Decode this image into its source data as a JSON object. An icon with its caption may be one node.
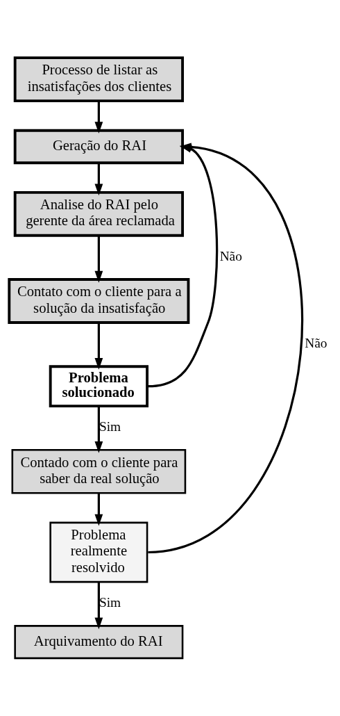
{
  "diagram": {
    "nodes": [
      {
        "text": [
          "Processo de listar as insatisfações dos clientes"
        ]
      },
      {
        "text": [
          "Geração do RAI"
        ]
      },
      {
        "text": [
          "Analise do RAI pelo gerente da área reclamada"
        ]
      },
      {
        "text": [
          "Contato com o cliente para a solução da insatisfação"
        ]
      },
      {
        "text": [
          "Problema solucionado"
        ]
      },
      {
        "text": [
          "Contado com o cliente para saber da real solução"
        ]
      },
      {
        "text": [
          "Problema realmente resolvido"
        ]
      },
      {
        "text": [
          "Arquivamento do RAI"
        ]
      }
    ],
    "edges": [
      {
        "from": 0,
        "to": 1,
        "arrow": "to"
      },
      {
        "from": 1,
        "to": 2,
        "arrow": "to"
      },
      {
        "from": 2,
        "to": 3,
        "arrow": "to"
      },
      {
        "from": 3,
        "to": 4,
        "arrow": "to"
      },
      {
        "from": 4,
        "to": 5,
        "arrow": "to",
        "label": "Sim"
      },
      {
        "from": 5,
        "to": 6,
        "arrow": "to"
      },
      {
        "from": 6,
        "to": 7,
        "arrow": "to",
        "label": "Sim"
      },
      {
        "from": 4,
        "to": 1,
        "arrow": "to",
        "label": "Não"
      },
      {
        "from": 6,
        "to": 1,
        "arrow": "to",
        "label": "Não"
      }
    ]
  }
}
